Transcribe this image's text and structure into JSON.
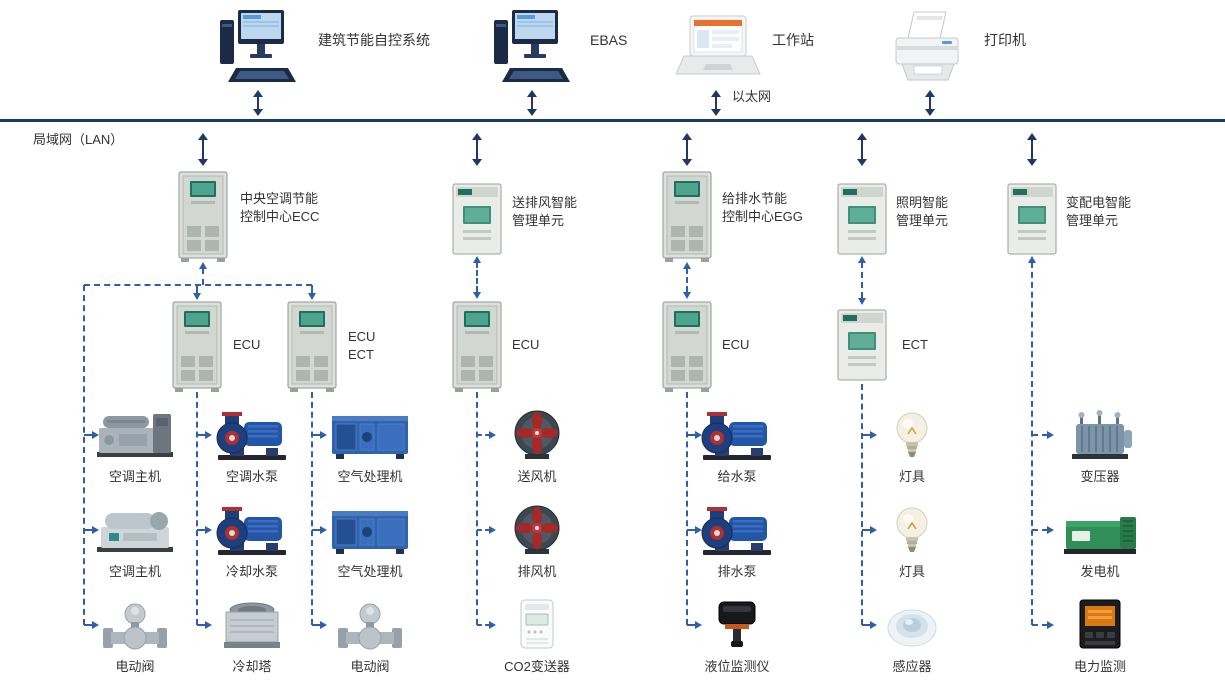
{
  "colors": {
    "lan_line": "#1f3864",
    "dashed_link": "#2f5fa8",
    "text": "#333333"
  },
  "network": {
    "lan_label": "局域网（LAN）",
    "ethernet_label": "以太网"
  },
  "workstations": [
    {
      "label": "建筑节能自控系统",
      "icon": "desktop-computer"
    },
    {
      "label": "EBAS",
      "icon": "desktop-computer"
    },
    {
      "label": "工作站",
      "icon": "laptop"
    },
    {
      "label": "打印机",
      "icon": "printer"
    }
  ],
  "control_centers": [
    {
      "line1": "中央空调节能",
      "line2": "控制中心ECC",
      "icon": "floor-cabinet"
    },
    {
      "line1": "送排风智能",
      "line2": "管理单元",
      "icon": "wall-cabinet"
    },
    {
      "line1": "给排水节能",
      "line2": "控制中心EGG",
      "icon": "floor-cabinet"
    },
    {
      "line1": "照明智能",
      "line2": "管理单元",
      "icon": "wall-cabinet"
    },
    {
      "line1": "变配电智能",
      "line2": "管理单元",
      "icon": "wall-cabinet"
    }
  ],
  "field_controllers": [
    {
      "line1": "ECU",
      "icon": "floor-cabinet"
    },
    {
      "line1": "ECU",
      "line2": "ECT",
      "icon": "floor-cabinet"
    },
    {
      "line1": "ECU",
      "icon": "floor-cabinet"
    },
    {
      "line1": "ECU",
      "icon": "floor-cabinet"
    },
    {
      "line1": "ECT",
      "icon": "wall-cabinet"
    }
  ],
  "device_columns": [
    {
      "devices": [
        {
          "label": "空调主机",
          "icon": "chiller"
        },
        {
          "label": "空调主机",
          "icon": "chiller"
        },
        {
          "label": "电动阀",
          "icon": "motor-valve"
        }
      ]
    },
    {
      "devices": [
        {
          "label": "空调水泵",
          "icon": "pump"
        },
        {
          "label": "冷却水泵",
          "icon": "pump"
        },
        {
          "label": "冷却塔",
          "icon": "cooling-tower"
        }
      ]
    },
    {
      "devices": [
        {
          "label": "空气处理机",
          "icon": "air-handler"
        },
        {
          "label": "空气处理机",
          "icon": "air-handler"
        },
        {
          "label": "电动阀",
          "icon": "motor-valve"
        }
      ]
    },
    {
      "devices": [
        {
          "label": "送风机",
          "icon": "fan"
        },
        {
          "label": "排风机",
          "icon": "fan"
        },
        {
          "label": "CO2变送器",
          "icon": "co2-transmitter"
        }
      ]
    },
    {
      "devices": [
        {
          "label": "给水泵",
          "icon": "pump"
        },
        {
          "label": "排水泵",
          "icon": "pump"
        },
        {
          "label": "液位监测仪",
          "icon": "level-monitor"
        }
      ]
    },
    {
      "devices": [
        {
          "label": "灯具",
          "icon": "lamp"
        },
        {
          "label": "灯具",
          "icon": "lamp"
        },
        {
          "label": "感应器",
          "icon": "occupancy-sensor"
        }
      ]
    },
    {
      "devices": [
        {
          "label": "变压器",
          "icon": "transformer"
        },
        {
          "label": "发电机",
          "icon": "generator"
        },
        {
          "label": "电力监测",
          "icon": "power-monitor"
        }
      ]
    }
  ]
}
